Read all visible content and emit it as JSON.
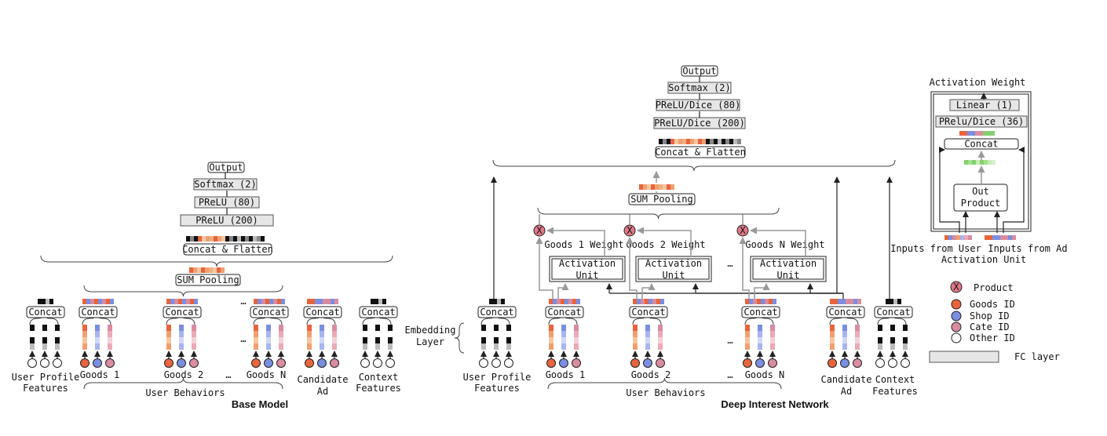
{
  "base_model": {
    "caption": "Base Model",
    "output": "Output",
    "softmax": "Softmax (2)",
    "prelu80": "PReLU (80)",
    "prelu200": "PReLU (200)",
    "concat_flatten": "Concat & Flatten",
    "sum_pooling": "SUM Pooling",
    "concat": "Concat",
    "goods1": "Goods 1",
    "goods2": "Goods 2",
    "goodsN": "Goods N",
    "dots": "…",
    "user_behaviors": "User Behaviors",
    "user_profile_1": "User Profile",
    "user_profile_2": "Features",
    "candidate_1": "Candidate",
    "candidate_2": "Ad",
    "context_1": "Context",
    "context_2": "Features"
  },
  "din": {
    "caption": "Deep Interest Network",
    "output": "Output",
    "softmax": "Softmax (2)",
    "prelu80": "PReLU/Dice (80)",
    "prelu200": "PReLU/Dice (200)",
    "concat_flatten": "Concat & Flatten",
    "sum_pooling": "SUM Pooling",
    "concat": "Concat",
    "weight1": "Goods 1 Weight",
    "weight2": "Goods 2 Weight",
    "weightN": "Goods N Weight",
    "act_unit_1": "Activation",
    "act_unit_2": "Unit",
    "x": "X",
    "embedding_1": "Embedding",
    "embedding_2": "Layer",
    "goods1": "Goods 1",
    "goods2": "Goods 2",
    "goodsN": "Goods N",
    "dots": "…",
    "user_behaviors": "User Behaviors",
    "user_profile_1": "User Profile",
    "user_profile_2": "Features",
    "candidate_1": "Candidate",
    "candidate_2": "Ad",
    "context_1": "Context",
    "context_2": "Features"
  },
  "activation_unit": {
    "title": "Activation Weight",
    "linear": "Linear (1)",
    "prelu": "PRelu/Dice (36)",
    "concat": "Concat",
    "out_1": "Out",
    "out_2": "Product",
    "inputs_user": "Inputs from User",
    "inputs_ad": "Inputs from Ad",
    "caption": "Activation Unit"
  },
  "legend": {
    "product": "Product",
    "x": "X",
    "goods_id": "Goods ID",
    "shop_id": "Shop ID",
    "cate_id": "Cate ID",
    "other_id": "Other ID",
    "fc_layer": "FC layer"
  },
  "colors": {
    "goods": "#e8643c",
    "shop": "#7b8ee0",
    "cate": "#d98ca0",
    "product": "#e07888",
    "embed_orange": "#f0a070",
    "embed_blue": "#a8b4ee",
    "embed_pink": "#eaaab8",
    "green": "#86d070"
  }
}
